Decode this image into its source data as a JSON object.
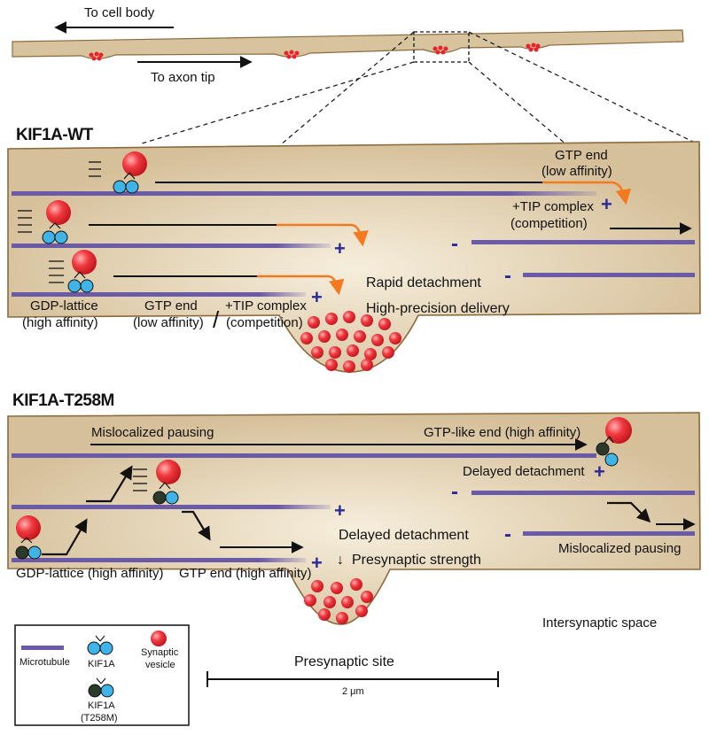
{
  "colors": {
    "axon_fill": "#d8c39f",
    "axon_center": "#f4ead6",
    "axon_stroke": "#8b6a3e",
    "microtubule": "#6a5aa8",
    "kinesin_blue": "#3fb4e6",
    "kinesin_mutant": "#2b3a2b",
    "vesicle": "#e8232b",
    "tip_orange": "#f47a20",
    "plus_end": "#2a2a9a"
  },
  "overview": {
    "to_cell_body": "To cell body",
    "to_axon_tip": "To axon tip"
  },
  "wt_panel": {
    "title": "KIF1A-WT",
    "gtp_end_top_line1": "GTP end",
    "gtp_end_top_line2": "(low affinity)",
    "tip_complex_top_line1": "+TIP complex",
    "tip_complex_top_line2": "(competition)",
    "gdp_lattice_line1": "GDP-lattice",
    "gdp_lattice_line2": "(high affinity)",
    "gtp_end_bottom_line1": "GTP end",
    "gtp_end_bottom_line2": "(low affinity)",
    "separator": "/",
    "tip_complex_bottom_line1": "+TIP complex",
    "tip_complex_bottom_line2": "(competition)",
    "rapid_detachment": "Rapid detachment",
    "high_precision": "High-precision delivery",
    "plus_sign": "+",
    "minus_sign": "-"
  },
  "mut_panel": {
    "title": "KIF1A-T258M",
    "mislocalized_pausing_top": "Mislocalized pausing",
    "gtp_like_end": "GTP-like end (high affinity)",
    "delayed_detachment_right": "Delayed detachment",
    "delayed_detachment_center": "Delayed detachment",
    "presynaptic_strength": "Presynaptic strength",
    "presynaptic_arrow": "↓",
    "gdp_lattice": "GDP-lattice (high affinity)",
    "gtp_end": "GTP end (high affinity)",
    "mislocalized_pausing_bottom": "Mislocalized pausing",
    "plus_sign": "+",
    "minus_sign": "-"
  },
  "footer": {
    "intersynaptic_space": "Intersynaptic space",
    "presynaptic_site": "Presynaptic site",
    "scale_label": "2 μm"
  },
  "legend": {
    "microtubule": "Microtubule",
    "kif1a": "KIF1A",
    "synaptic_line1": "Synaptic",
    "synaptic_line2": "vesicle",
    "mutant_line1": "KIF1A",
    "mutant_line2": "(T258M)"
  }
}
